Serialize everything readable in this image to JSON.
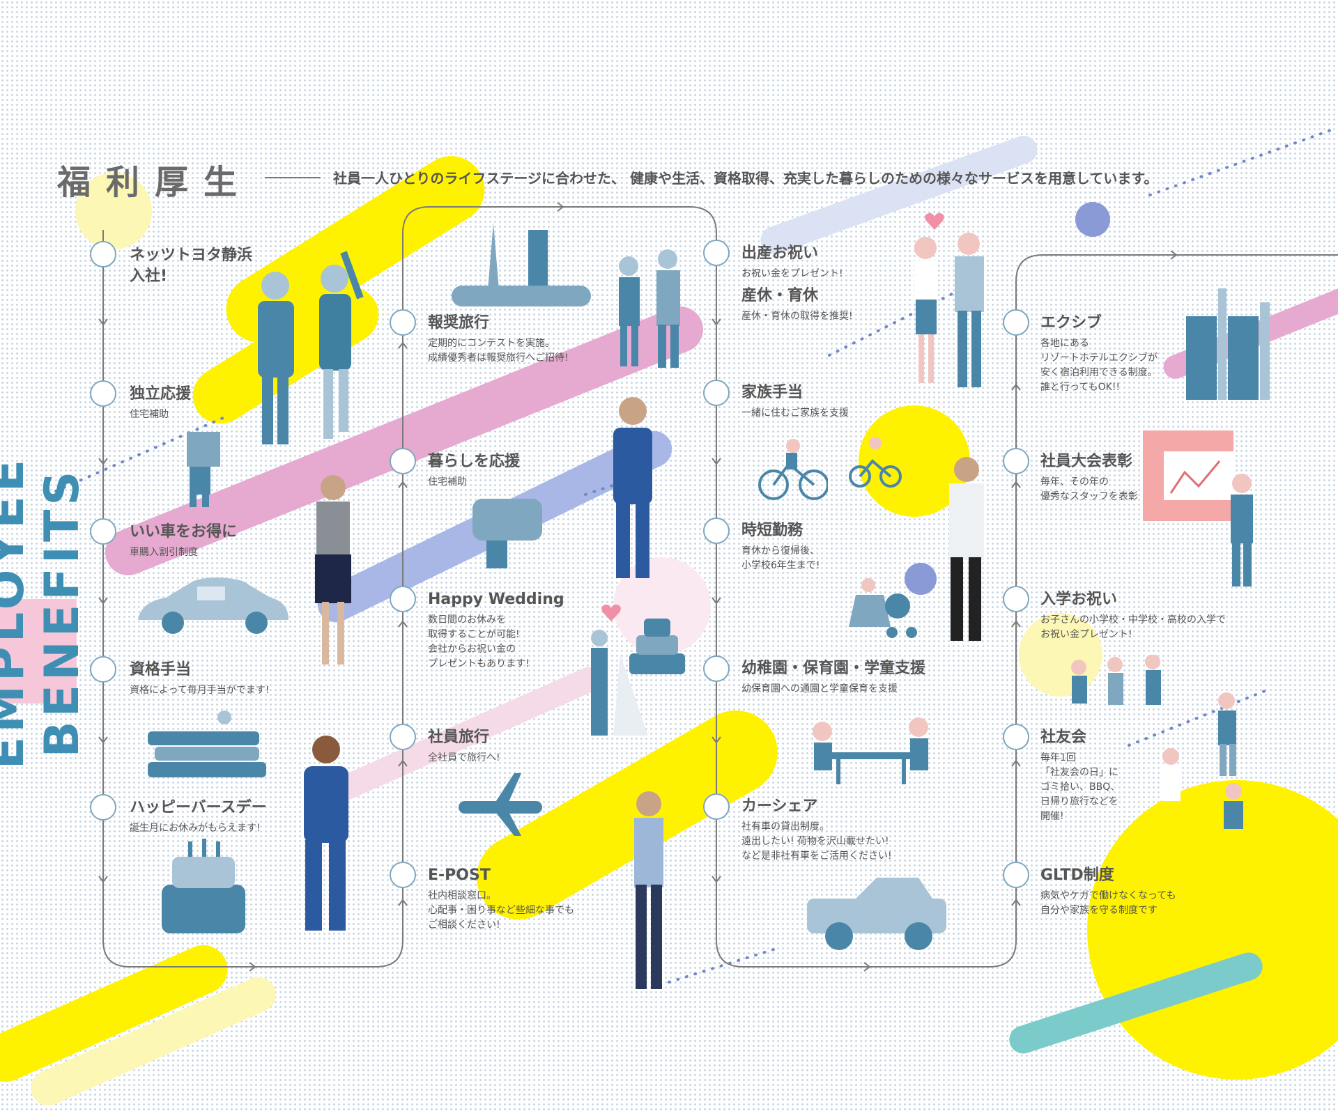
{
  "vertical_title": "EMPLOYEE BENEFITS",
  "title": "福利厚生",
  "subtitle": "社員一人ひとりのライフステージに合わせた、 健康や生活、資格取得、充実した暮らしのための様々なサービスを用意しています。",
  "columns": [
    {
      "items": [
        {
          "title": "ネッツトヨタ静浜\n入社!",
          "desc": ""
        },
        {
          "title": "独立応援",
          "desc": "住宅補助"
        },
        {
          "title": "いい車をお得に",
          "desc": "車購入割引制度"
        },
        {
          "title": "資格手当",
          "desc": "資格によって毎月手当がでます!"
        },
        {
          "title": "ハッピーバースデー",
          "desc": "誕生月にお休みがもらえます!"
        }
      ]
    },
    {
      "items": [
        {
          "title": "報奨旅行",
          "desc": "定期的にコンテストを実施。\n成績優秀者は報奨旅行へご招待!"
        },
        {
          "title": "暮らしを応援",
          "desc": "住宅補助"
        },
        {
          "title": "Happy Wedding",
          "desc": "数日間のお休みを\n取得することが可能!\n会社からお祝い金の\nプレゼントもあります!"
        },
        {
          "title": "社員旅行",
          "desc": "全社員で旅行へ!"
        },
        {
          "title": "E-POST",
          "desc": "社内相談窓口。\n心配事・困り事など些細な事でも\nご相談ください!"
        }
      ]
    },
    {
      "items": [
        {
          "title": "出産お祝い",
          "desc": "お祝い金をプレゼント!",
          "title2": "産休・育休",
          "desc2": "産休・育休の取得を推奨!"
        },
        {
          "title": "家族手当",
          "desc": "一緒に住むご家族を支援"
        },
        {
          "title": "時短勤務",
          "desc": "育休から復帰後、\n小学校6年生まで!"
        },
        {
          "title": "幼稚園・保育園・学童支援",
          "desc": "幼保育園への通園と学童保育を支援"
        },
        {
          "title": "カーシェア",
          "desc": "社有車の貸出制度。\n遠出したい! 荷物を沢山載せたい!\nなど是非社有車をご活用ください!"
        }
      ]
    },
    {
      "items": [
        {
          "title": "エクシブ",
          "desc": "各地にある\nリゾートホテルエクシブが\n安く宿泊利用できる制度。\n誰と行ってもOK!!"
        },
        {
          "title": "社員大会表彰",
          "desc": "毎年、その年の\n優秀なスタッフを表彰"
        },
        {
          "title": "入学お祝い",
          "desc": "お子さんの小学校・中学校・高校の入学で\nお祝い金プレゼント!"
        },
        {
          "title": "社友会",
          "desc": "毎年1回\n「社友会の日」に\nゴミ拾い、BBQ、\n日帰り旅行などを\n開催!"
        },
        {
          "title": "GLTD制度",
          "desc": "病気やケガで働けなくなっても\n自分や家族を守る制度です"
        }
      ]
    }
  ],
  "colors": {
    "yellow": "#fff200",
    "pink": "#e6a9cf",
    "lavender": "#a9b7e6",
    "light_blue": "#cdd9ef",
    "teal": "#7ccbcb",
    "accent_blue": "#3f8fb5",
    "illustration": "#4a86a8",
    "illustration_light": "#a9c4d6"
  },
  "icons": [
    "people-icon",
    "eiffel-tower-icon",
    "heart-icon",
    "building-icon",
    "box-icon",
    "sofa-icon",
    "bicycle-icon",
    "whiteboard-icon",
    "car-icon",
    "wedding-cake-icon",
    "stroller-icon",
    "children-icon",
    "books-icon",
    "airplane-icon",
    "table-icon",
    "cleanup-icon",
    "birthday-cake-icon",
    "truck-icon"
  ]
}
